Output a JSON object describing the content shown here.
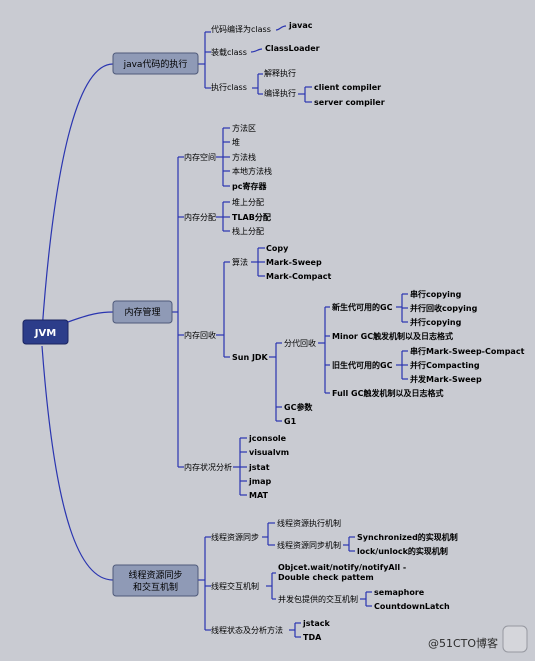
{
  "root": "JVM",
  "branches": {
    "exec": {
      "label": "java代码的执行",
      "compile": "代码编译为class",
      "javac": "javac",
      "load": "装载class",
      "classloader": "ClassLoader",
      "run": "执行class",
      "interp": "解释执行",
      "jit": "编译执行",
      "client": "client compiler",
      "server": "server compiler"
    },
    "mem": {
      "label": "内存管理",
      "space": "内存空间",
      "space_items": [
        "方法区",
        "堆",
        "方法栈",
        "本地方法栈",
        "pc寄存器"
      ],
      "alloc": "内存分配",
      "alloc_items": [
        "堆上分配",
        "TLAB分配",
        "栈上分配"
      ],
      "gc": "内存回收",
      "algo": "算法",
      "algo_items": [
        "Copy",
        "Mark-Sweep",
        "Mark-Compact"
      ],
      "sunjdk": "Sun JDK",
      "gen": "分代回收",
      "young": "新生代可用的GC",
      "young_items": [
        "串行copying",
        "并行回收copying",
        "并行copying"
      ],
      "minor": "Minor GC触发机制以及日志格式",
      "old": "旧生代可用的GC",
      "old_items": [
        "串行Mark-Sweep-Compact",
        "并行Compacting",
        "并发Mark-Sweep"
      ],
      "full": "Full GC触发机制以及日志格式",
      "gcparam": "GC参数",
      "g1": "G1",
      "analysis": "内存状况分析",
      "tools": [
        "jconsole",
        "visualvm",
        "jstat",
        "jmap",
        "MAT"
      ]
    },
    "thread": {
      "label_l1": "线程资源同步",
      "label_l2": "和交互机制",
      "sync": "线程资源同步",
      "sync_exec": "线程资源执行机制",
      "sync_mech": "线程资源同步机制",
      "sync_items": [
        "Synchronized的实现机制",
        "lock/unlock的实现机制"
      ],
      "interact": "线程交互机制",
      "obj_l1": "Objcet.wait/notify/notifyAll -",
      "obj_l2": "Double check pattem",
      "conc": "并发包提供的交互机制",
      "conc_items": [
        "semaphore",
        "CountdownLatch"
      ],
      "state": "线程状态及分析方法",
      "state_items": [
        "jstack",
        "TDA"
      ]
    }
  },
  "watermark": "@51CTO博客",
  "colors": {
    "background": "#c9cbd2",
    "line": "#2a35b0",
    "root_fill": "#2c3d8a",
    "node_fill": "#8f9ab6"
  }
}
